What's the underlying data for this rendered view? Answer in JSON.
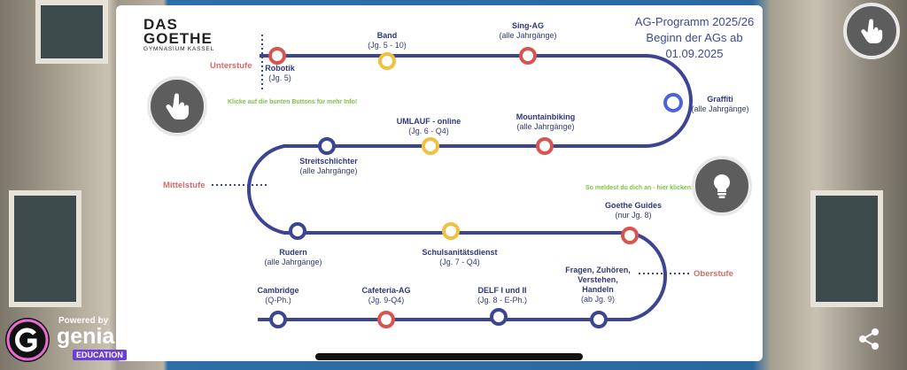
{
  "logo": {
    "line1": "DAS",
    "line2": "GOETHE",
    "line3": "GYMNASIUM KASSEL"
  },
  "title": "AG-Programm 2025/26\nBeginn der AGs ab\n01.09.2025",
  "stufen": {
    "unterstufe": "Unterstufe",
    "mittelstufe": "Mittelstufe",
    "oberstufe": "Oberstufe"
  },
  "hints": {
    "buttons": "Klicke auf die bunten Buttons für mehr Info!",
    "anmelden": "So meldest du dich an - hier klicken!"
  },
  "ags": [
    {
      "name": "Robotik",
      "sub": "(Jg. 5)",
      "color": "#d9534f"
    },
    {
      "name": "Band",
      "sub": "(Jg. 5 - 10)",
      "color": "#f0c040"
    },
    {
      "name": "Sing-AG",
      "sub": "(alle Jahrgänge)",
      "color": "#d9534f"
    },
    {
      "name": "Graffiti",
      "sub": "(alle Jahrgänge)",
      "color": "#4b63e0"
    },
    {
      "name": "Mountainbiking",
      "sub": "(alle Jahrgänge)",
      "color": "#d9534f"
    },
    {
      "name": "UMLAUF - online",
      "sub": "(Jg. 6 - Q4)",
      "color": "#f0c040"
    },
    {
      "name": "Streitschlichter",
      "sub": "(alle Jahrgänge)",
      "color": "#3c4494"
    },
    {
      "name": "Rudern",
      "sub": "(alle Jahrgänge)",
      "color": "#3c4494"
    },
    {
      "name": "Schulsanitätsdienst",
      "sub": "(Jg. 7 - Q4)",
      "color": "#f0c040"
    },
    {
      "name": "Goethe Guides",
      "sub": "(nur Jg. 8)",
      "color": "#d9534f"
    },
    {
      "name": "Fragen, Zuhören,\nVerstehen,\nHandeln",
      "sub": "(ab Jg. 9)",
      "color": "#3c4494"
    },
    {
      "name": "DELF I und II",
      "sub": "(Jg. 8 - E-Ph.)",
      "color": "#3c4494"
    },
    {
      "name": "Cafeteria-AG",
      "sub": "(Jg. 9-Q4)",
      "color": "#d9534f"
    },
    {
      "name": "Cambridge",
      "sub": "(Q-Ph.)",
      "color": "#3c4494"
    }
  ],
  "badge": {
    "powered": "Powered by",
    "brand": "genially",
    "edition": "EDUCATION"
  },
  "icons": {
    "touch": "touch-hand-icon",
    "bulb": "lightbulb-icon",
    "share": "share-icon"
  },
  "colors": {
    "path": "#3c4494",
    "red": "#d9534f",
    "yellow": "#f0c040",
    "blue": "#4b63e0",
    "green": "#7dc243"
  }
}
